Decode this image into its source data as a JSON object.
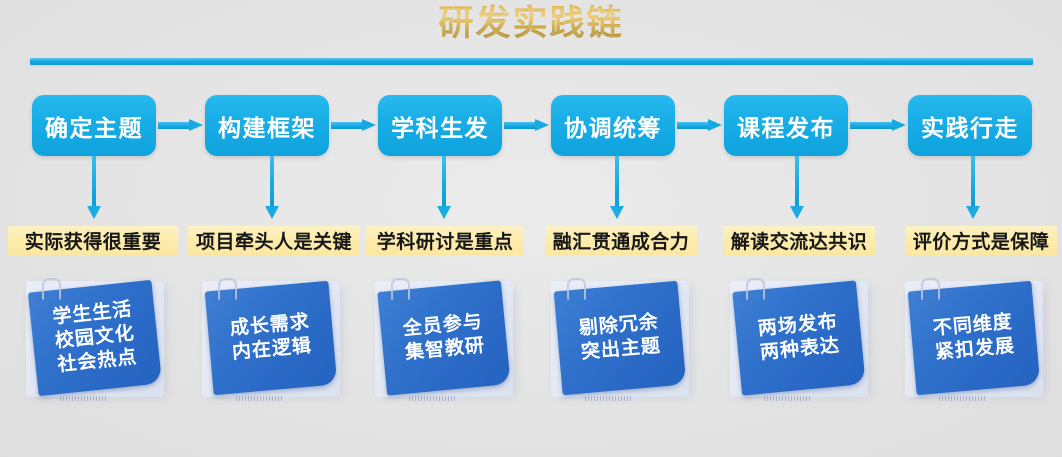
{
  "title": "研发实践链",
  "colors": {
    "title_gold": "#d8a72a",
    "accent_blue": "#16a9e2",
    "caption_yellow": "#fcebab",
    "note_blue": "#2f70cb",
    "background": "#e4e4e4"
  },
  "steps": [
    {
      "label": "确定主题",
      "caption": "实际获得很重要",
      "note_lines": [
        "学生生活",
        "校园文化",
        "社会热点"
      ]
    },
    {
      "label": "构建框架",
      "caption": "项目牵头人是关键",
      "note_lines": [
        "成长需求",
        "内在逻辑"
      ]
    },
    {
      "label": "学科生发",
      "caption": "学科研讨是重点",
      "note_lines": [
        "全员参与",
        "集智教研"
      ]
    },
    {
      "label": "协调统筹",
      "caption": "融汇贯通成合力",
      "note_lines": [
        "剔除冗余",
        "突出主题"
      ]
    },
    {
      "label": "课程发布",
      "caption": "解读交流达共识",
      "note_lines": [
        "两场发布",
        "两种表达"
      ]
    },
    {
      "label": "实践行走",
      "caption": "评价方式是保障",
      "note_lines": [
        "不同维度",
        "紧扣发展"
      ]
    }
  ]
}
